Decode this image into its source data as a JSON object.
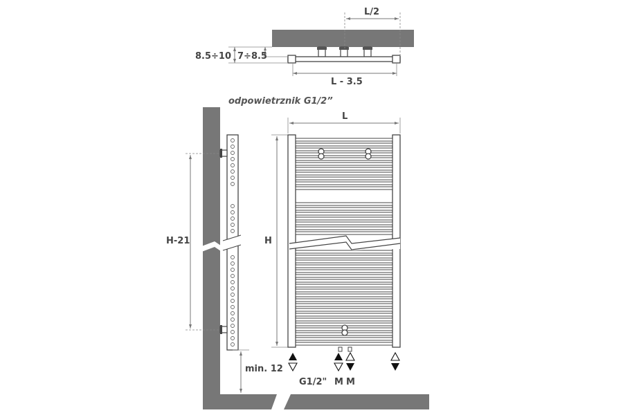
{
  "labels": {
    "top_half_length": "L/2",
    "top_depth_outer": "8.5÷10",
    "top_depth_inner": "7÷8.5",
    "top_length_minus": "L - 3.5",
    "vent": "odpowietrznik G1/2”",
    "length": "L",
    "axis_height": "H-21",
    "height": "H",
    "min_floor": "min. 12",
    "connection": "G1/2\"",
    "m_left": "M",
    "m_right": "M"
  },
  "colors": {
    "wall": "#777777",
    "line": "#444444",
    "text": "#444444"
  },
  "icons": {
    "flow": "triangle-filled-up-icon",
    "return": "triangle-outline-down-icon"
  }
}
